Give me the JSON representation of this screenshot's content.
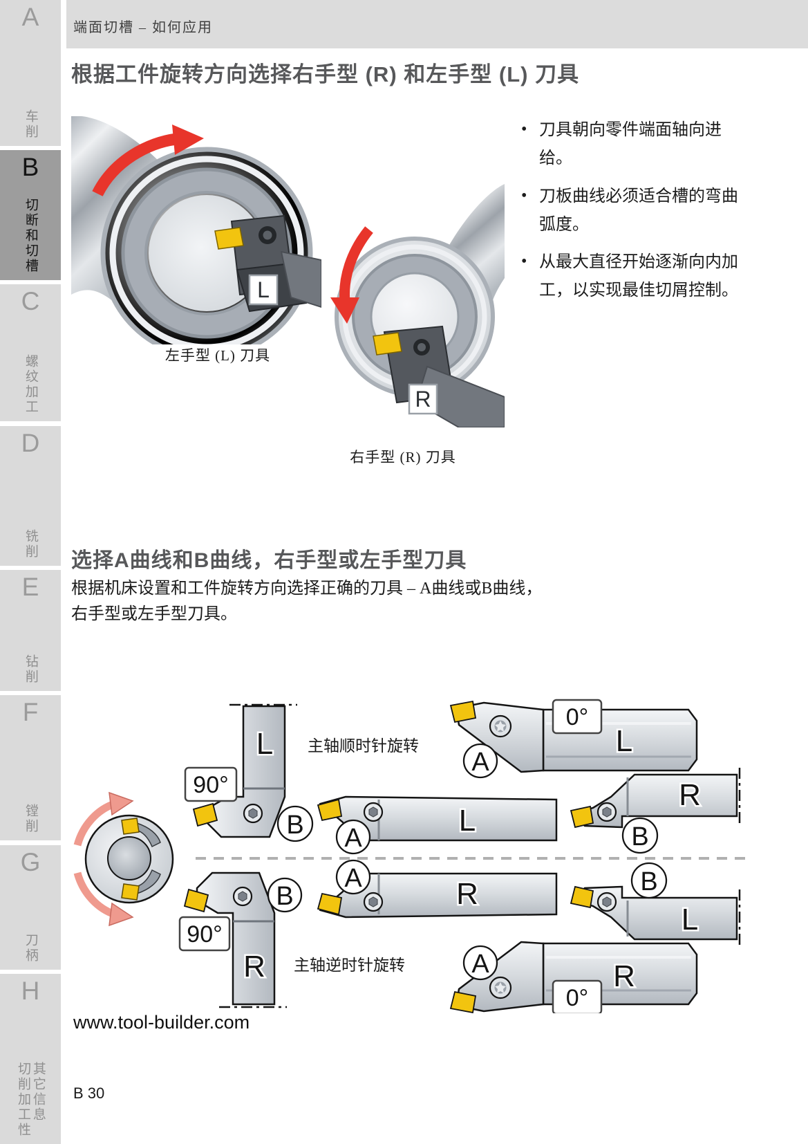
{
  "sidebar": {
    "items": [
      {
        "letter": "A",
        "label": "车削",
        "active": false
      },
      {
        "letter": "B",
        "label": "切断和切槽",
        "active": true
      },
      {
        "letter": "C",
        "label": "螺纹加工",
        "active": false
      },
      {
        "letter": "D",
        "label": "铣削",
        "active": false
      },
      {
        "letter": "E",
        "label": "钻削",
        "active": false
      },
      {
        "letter": "F",
        "label": "镗削",
        "active": false
      },
      {
        "letter": "G",
        "label": "刀柄",
        "active": false
      },
      {
        "letter": "H",
        "label": "切削加工性\n其它信息",
        "active": false
      }
    ]
  },
  "header": {
    "breadcrumb": "端面切槽 – 如何应用"
  },
  "section1": {
    "title": "根据工件旋转方向选择右手型 (R) 和左手型 (L) 刀具",
    "bullets": [
      "刀具朝向零件端面轴向进给。",
      "刀板曲线必须适合槽的弯曲弧度。",
      "从最大直径开始逐渐向内加工，以实现最佳切屑控制。"
    ],
    "caption_left": "左手型 (L) 刀具",
    "caption_right": "右手型 (R) 刀具",
    "photo_left_tag": "L",
    "photo_right_tag": "R"
  },
  "section2": {
    "title": "选择A曲线和B曲线，右手型或左手型刀具",
    "body": "根据机床设置和工件旋转方向选择正确的刀具 – A曲线或B曲线，右手型或左手型刀具。",
    "diagram": {
      "spindle_cw": "主轴顺时针旋转",
      "spindle_ccw": "主轴逆时针旋转",
      "deg90": "90°",
      "deg0": "0°",
      "L": "L",
      "R": "R",
      "A": "A",
      "B": "B"
    }
  },
  "footer": {
    "url": "www.tool-builder.com",
    "page": "B 30"
  },
  "colors": {
    "accent_red": "#e8352b",
    "insert_yellow": "#f2c40f",
    "tab_active_bg": "#9d9d9d"
  }
}
